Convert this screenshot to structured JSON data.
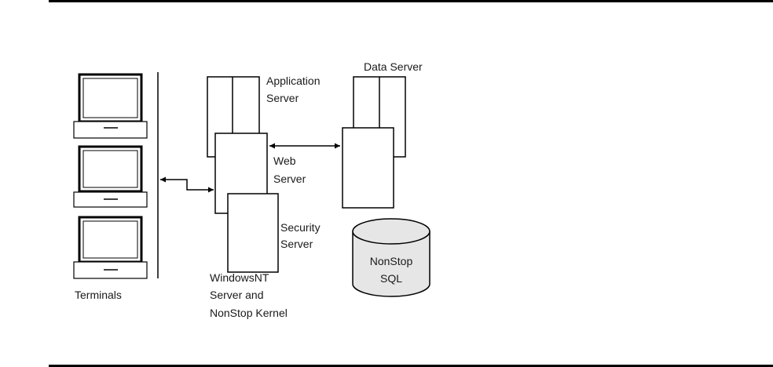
{
  "diagram": {
    "terminals": {
      "label": "Terminals",
      "count": 3
    },
    "application_server": {
      "label_line1": "Application",
      "label_line2": "Server"
    },
    "web_server": {
      "label_line1": "Web",
      "label_line2": "Server"
    },
    "security_server": {
      "label_line1": "Security",
      "label_line2": "Server"
    },
    "platform": {
      "label_line1": "WindowsNT",
      "label_line2": "Server and",
      "label_line3": "NonStop Kernel"
    },
    "data_server": {
      "label": "Data Server"
    },
    "database": {
      "label_line1": "NonStop",
      "label_line2": "SQL"
    },
    "colors": {
      "line": "#000000",
      "database_fill": "#e6e6e6",
      "background": "#ffffff"
    }
  }
}
